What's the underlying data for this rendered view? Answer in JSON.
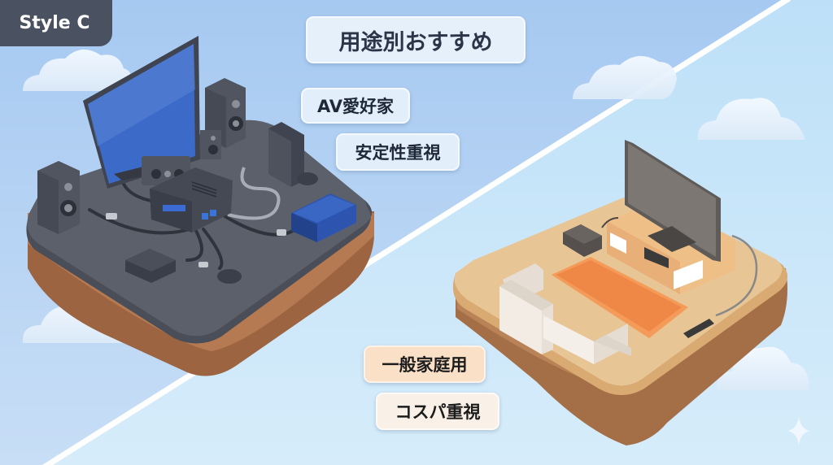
{
  "badge": {
    "label": "Style C"
  },
  "title": {
    "label": "用途別おすすめ"
  },
  "left_panel": {
    "theme": "AV enthusiast home theater setup",
    "tags": [
      {
        "label": "AV愛好家"
      },
      {
        "label": "安定性重視"
      }
    ],
    "colors": {
      "background": "#a9cdf3",
      "platform_top": "#5a5e68",
      "platform_base": "#a66c45",
      "accent": "#2d55b0"
    }
  },
  "right_panel": {
    "theme": "General household living room",
    "tags": [
      {
        "label": "一般家庭用"
      },
      {
        "label": "コスパ重視"
      }
    ],
    "colors": {
      "background": "#c6e4f8",
      "platform_top": "#e8c596",
      "rug": "#ef8c4c",
      "sofa": "#f1ebe3"
    }
  },
  "icons": [
    "cloud-icon",
    "sparkle-icon",
    "tv-icon",
    "speaker-icon",
    "av-receiver-icon",
    "game-console-icon",
    "controller-icon",
    "bluray-player-icon",
    "sofa-icon",
    "tv-stand-icon",
    "streaming-stick-icon"
  ]
}
